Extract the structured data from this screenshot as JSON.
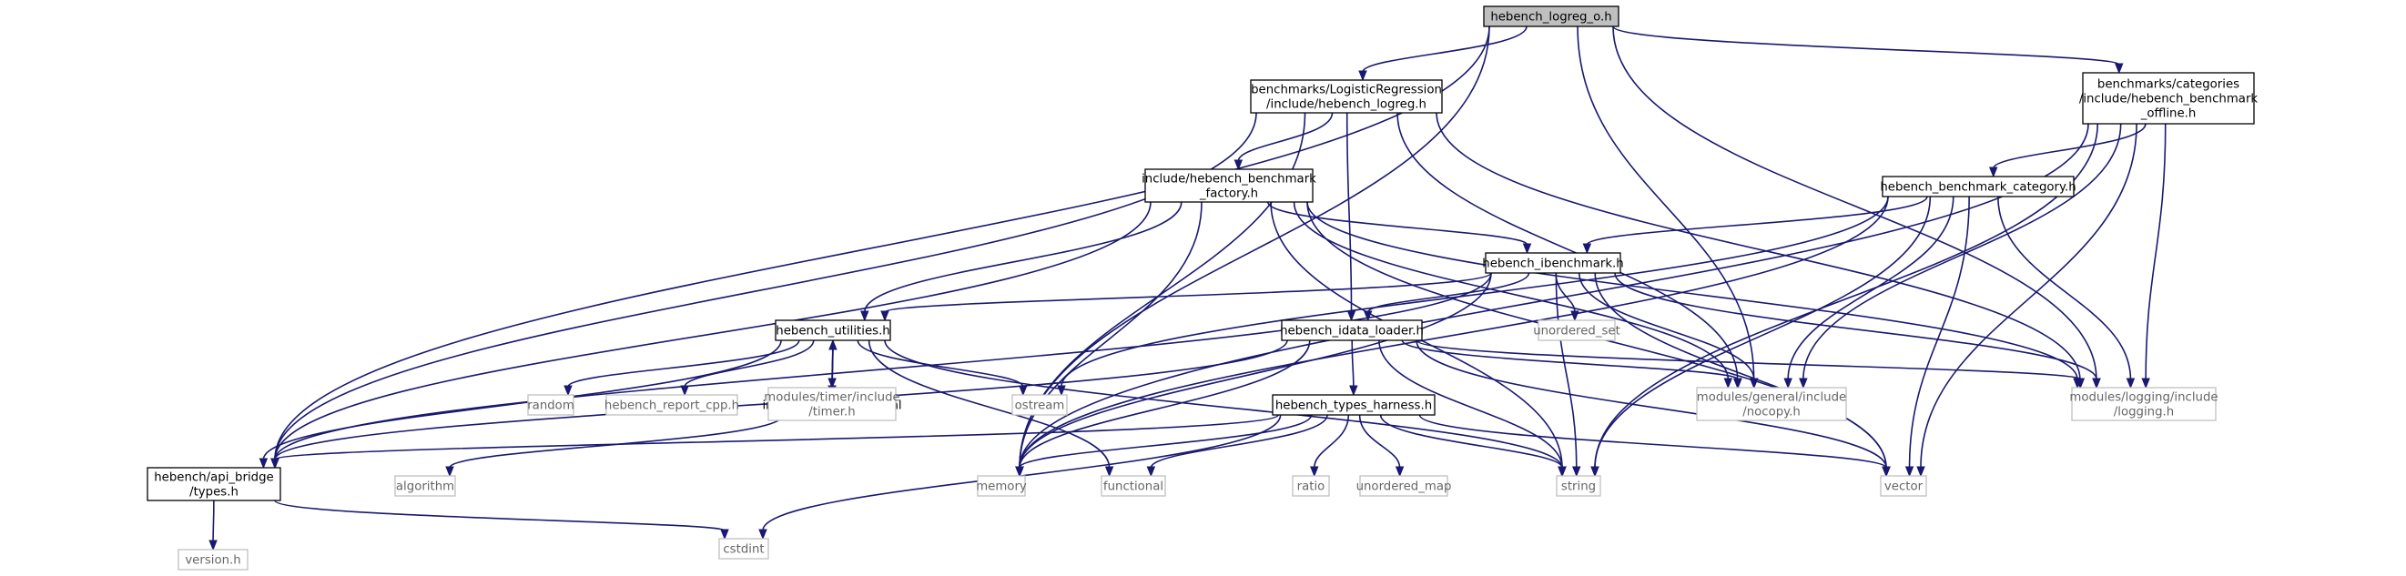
{
  "nodes": {
    "root": {
      "lines": [
        "hebench_logreg_o.h"
      ],
      "style": "root"
    },
    "logreg": {
      "lines": [
        "benchmarks/LogisticRegression",
        "/include/hebench_logreg.h"
      ],
      "style": "normal"
    },
    "offline": {
      "lines": [
        "benchmarks/categories",
        "/include/hebench_benchmark",
        "_offline.h"
      ],
      "style": "normal"
    },
    "factory": {
      "lines": [
        "include/hebench_benchmark",
        "_factory.h"
      ],
      "style": "normal"
    },
    "category": {
      "lines": [
        "hebench_benchmark_category.h"
      ],
      "style": "normal"
    },
    "ibench": {
      "lines": [
        "hebench_ibenchmark.h"
      ],
      "style": "normal"
    },
    "utilities": {
      "lines": [
        "hebench_utilities.h"
      ],
      "style": "normal"
    },
    "idata": {
      "lines": [
        "hebench_idata_loader.h"
      ],
      "style": "normal"
    },
    "harness": {
      "lines": [
        "hebench_types_harness.h"
      ],
      "style": "normal"
    },
    "inl": {
      "lines": [
        "inl/hebench_utilities.inl"
      ],
      "style": "normal"
    },
    "types": {
      "lines": [
        "hebench/api_bridge",
        "/types.h"
      ],
      "style": "normal"
    },
    "unordered_set": {
      "lines": [
        "unordered_set"
      ],
      "style": "external"
    },
    "nocopy": {
      "lines": [
        "modules/general/include",
        "/nocopy.h"
      ],
      "style": "external"
    },
    "logging": {
      "lines": [
        "modules/logging/include",
        "/logging.h"
      ],
      "style": "external"
    },
    "random": {
      "lines": [
        "random"
      ],
      "style": "external"
    },
    "report": {
      "lines": [
        "hebench_report_cpp.h"
      ],
      "style": "external"
    },
    "timer": {
      "lines": [
        "modules/timer/include",
        "/timer.h"
      ],
      "style": "external"
    },
    "ostream": {
      "lines": [
        "ostream"
      ],
      "style": "external"
    },
    "memory": {
      "lines": [
        "memory"
      ],
      "style": "external"
    },
    "functional": {
      "lines": [
        "functional"
      ],
      "style": "external"
    },
    "ratio": {
      "lines": [
        "ratio"
      ],
      "style": "external"
    },
    "unordered_map": {
      "lines": [
        "unordered_map"
      ],
      "style": "external"
    },
    "string": {
      "lines": [
        "string"
      ],
      "style": "external"
    },
    "vector": {
      "lines": [
        "vector"
      ],
      "style": "external"
    },
    "algorithm": {
      "lines": [
        "algorithm"
      ],
      "style": "external"
    },
    "version": {
      "lines": [
        "version.h"
      ],
      "style": "external"
    },
    "cstdint": {
      "lines": [
        "cstdint"
      ],
      "style": "external"
    }
  },
  "edges": [
    [
      "root",
      "logreg"
    ],
    [
      "root",
      "offline"
    ],
    [
      "root",
      "types"
    ],
    [
      "root",
      "memory"
    ],
    [
      "root",
      "nocopy"
    ],
    [
      "root",
      "logging"
    ],
    [
      "logreg",
      "factory"
    ],
    [
      "logreg",
      "idata"
    ],
    [
      "logreg",
      "types"
    ],
    [
      "logreg",
      "memory"
    ],
    [
      "logreg",
      "nocopy"
    ],
    [
      "logreg",
      "logging"
    ],
    [
      "offline",
      "category"
    ],
    [
      "offline",
      "memory"
    ],
    [
      "offline",
      "nocopy"
    ],
    [
      "offline",
      "logging"
    ],
    [
      "offline",
      "string"
    ],
    [
      "offline",
      "vector"
    ],
    [
      "factory",
      "ibench"
    ],
    [
      "factory",
      "utilities"
    ],
    [
      "factory",
      "types"
    ],
    [
      "factory",
      "memory"
    ],
    [
      "factory",
      "string"
    ],
    [
      "factory",
      "nocopy"
    ],
    [
      "factory",
      "logging"
    ],
    [
      "factory",
      "vector"
    ],
    [
      "category",
      "ibench"
    ],
    [
      "category",
      "memory"
    ],
    [
      "category",
      "ostream"
    ],
    [
      "category",
      "nocopy"
    ],
    [
      "category",
      "logging"
    ],
    [
      "category",
      "string"
    ],
    [
      "category",
      "vector"
    ],
    [
      "ibench",
      "utilities"
    ],
    [
      "ibench",
      "idata"
    ],
    [
      "ibench",
      "unordered_set"
    ],
    [
      "ibench",
      "types"
    ],
    [
      "ibench",
      "memory"
    ],
    [
      "ibench",
      "string"
    ],
    [
      "ibench",
      "nocopy"
    ],
    [
      "ibench",
      "logging"
    ],
    [
      "ibench",
      "vector"
    ],
    [
      "utilities",
      "inl"
    ],
    [
      "utilities",
      "types"
    ],
    [
      "utilities",
      "random"
    ],
    [
      "utilities",
      "report"
    ],
    [
      "utilities",
      "timer"
    ],
    [
      "utilities",
      "ostream"
    ],
    [
      "utilities",
      "functional"
    ],
    [
      "utilities",
      "string"
    ],
    [
      "inl",
      "utilities"
    ],
    [
      "inl",
      "algorithm"
    ],
    [
      "idata",
      "harness"
    ],
    [
      "idata",
      "types"
    ],
    [
      "idata",
      "memory"
    ],
    [
      "idata",
      "string"
    ],
    [
      "idata",
      "vector"
    ],
    [
      "idata",
      "nocopy"
    ],
    [
      "idata",
      "logging"
    ],
    [
      "harness",
      "types"
    ],
    [
      "harness",
      "memory"
    ],
    [
      "harness",
      "functional"
    ],
    [
      "harness",
      "ratio"
    ],
    [
      "harness",
      "unordered_map"
    ],
    [
      "harness",
      "string"
    ],
    [
      "harness",
      "vector"
    ],
    [
      "harness",
      "cstdint"
    ],
    [
      "types",
      "version"
    ],
    [
      "types",
      "cstdint"
    ]
  ],
  "colors": {
    "edge": "#191970",
    "node_border": "#000000",
    "external_border": "#bfbfbf",
    "external_text": "#666666",
    "root_fill": "#bfbfbf",
    "node_fill": "#ffffff"
  }
}
